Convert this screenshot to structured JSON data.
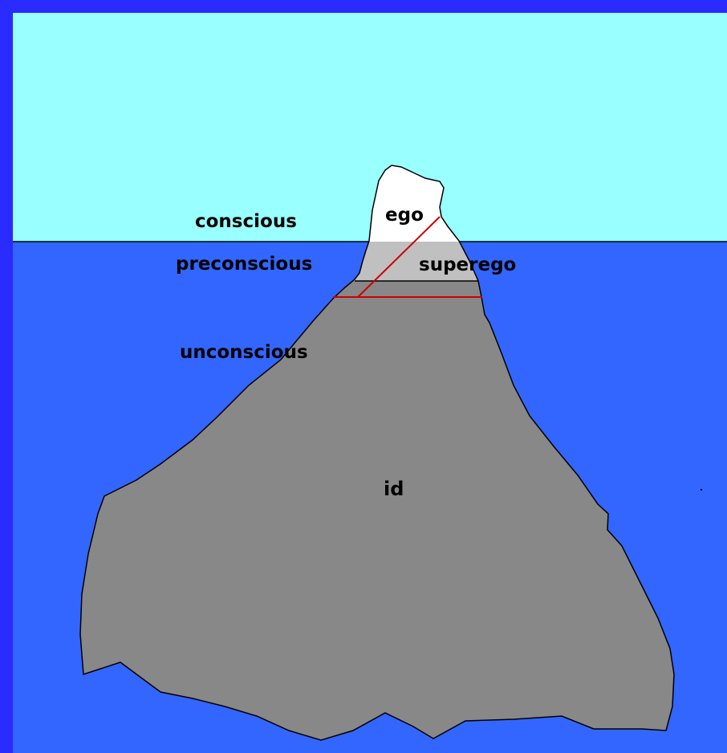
{
  "colors": {
    "frame": "#2a2bff",
    "sky": "#99ffff",
    "water": "#3366ff",
    "ego_region": "#ffffff",
    "preconscious_band": "#c0c0c0",
    "unconscious_mass": "#888888",
    "outline": "#000000",
    "divider": "#cc0000"
  },
  "labels": {
    "conscious": "conscious",
    "preconscious": "preconscious",
    "unconscious": "unconscious",
    "ego": "ego",
    "superego": "superego",
    "id": "id"
  }
}
